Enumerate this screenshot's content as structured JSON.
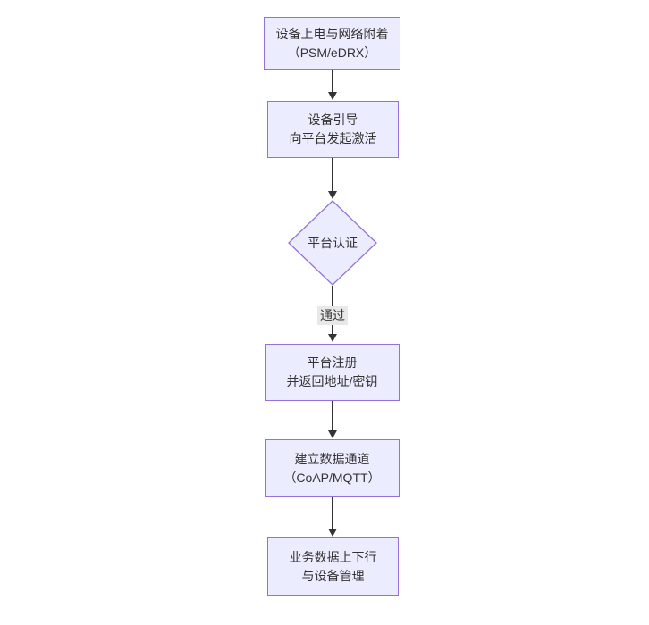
{
  "diagram": {
    "type": "flowchart",
    "direction": "top-down",
    "colors": {
      "background": "#ffffff",
      "node_fill": "#ECECFF",
      "node_border": "#9370DB",
      "line": "#333333",
      "text": "#333333",
      "edge_label_bg": "#e8e8e8"
    },
    "nodes": [
      {
        "shape": "rectangle",
        "lines": [
          "设备上电与网络附着",
          "（PSM/eDRX）"
        ]
      },
      {
        "shape": "rectangle",
        "lines": [
          "设备引导",
          "向平台发起激活"
        ]
      },
      {
        "shape": "diamond",
        "lines": [
          "平台认证"
        ]
      },
      {
        "shape": "rectangle",
        "lines": [
          "平台注册",
          "并返回地址/密钥"
        ]
      },
      {
        "shape": "rectangle",
        "lines": [
          "建立数据通道",
          "（CoAP/MQTT）"
        ]
      },
      {
        "shape": "rectangle",
        "lines": [
          "业务数据上下行",
          "与设备管理"
        ]
      }
    ],
    "edges": [
      {
        "from": 0,
        "to": 1,
        "label": ""
      },
      {
        "from": 1,
        "to": 2,
        "label": ""
      },
      {
        "from": 2,
        "to": 3,
        "label": "通过"
      },
      {
        "from": 3,
        "to": 4,
        "label": ""
      },
      {
        "from": 4,
        "to": 5,
        "label": ""
      }
    ]
  }
}
